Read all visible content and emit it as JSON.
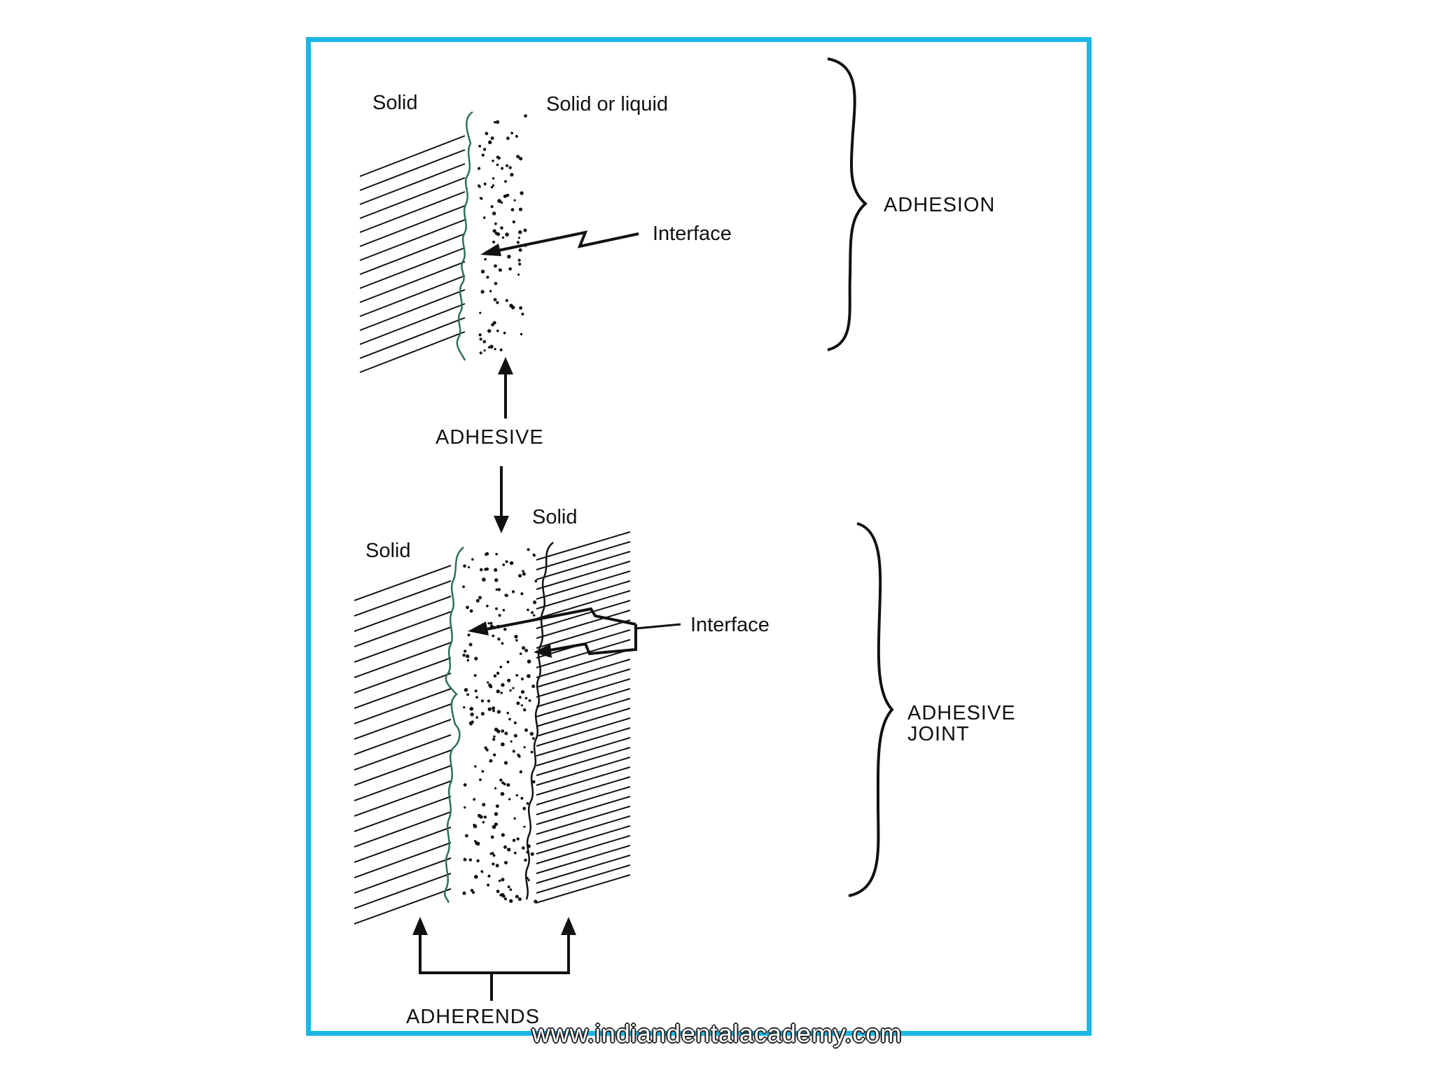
{
  "diagram": {
    "top": {
      "solid_label": "Solid",
      "solid_or_liquid_label": "Solid or liquid",
      "interface_label": "Interface",
      "bracket_label": "ADHESION"
    },
    "middle": {
      "adhesive_label": "ADHESIVE"
    },
    "bottom": {
      "solid_left_label": "Solid",
      "solid_right_label": "Solid",
      "interface_label": "Interface",
      "bracket_label_line1": "ADHESIVE",
      "bracket_label_line2": "JOINT",
      "adherends_label": "ADHERENDS"
    },
    "colors": {
      "frame": "#1ab7e6",
      "ink": "#111111",
      "interface_line": "#2f6f5a"
    }
  },
  "watermark": "www.indiandentalacademy.com"
}
